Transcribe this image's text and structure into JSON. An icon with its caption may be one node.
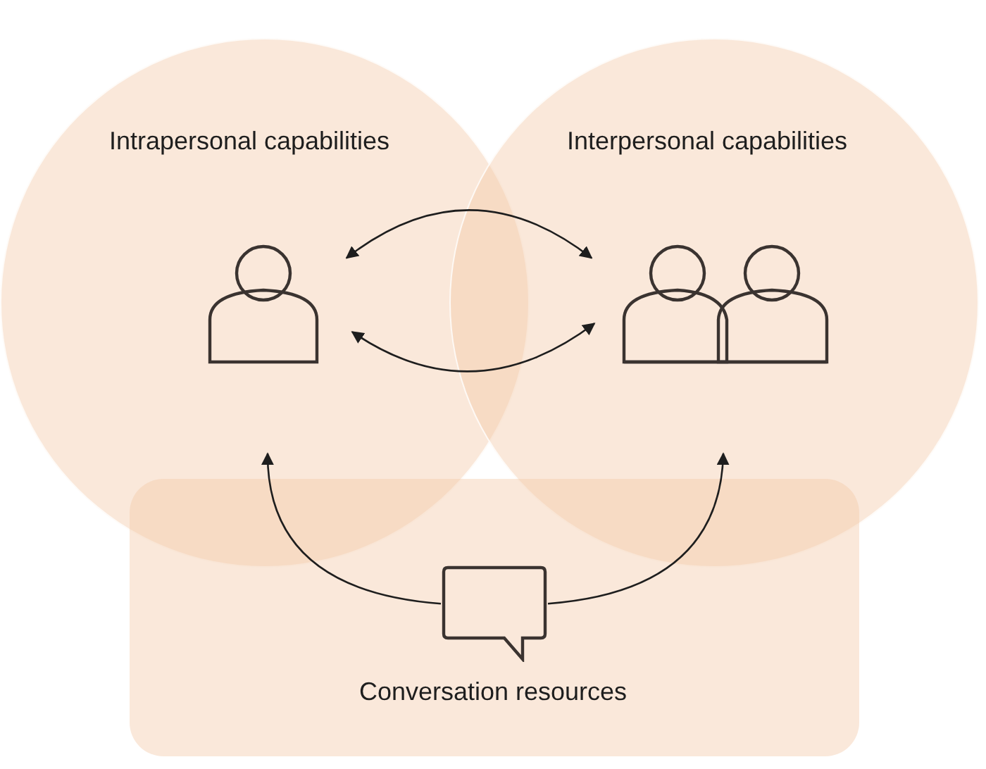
{
  "diagram": {
    "nodes": [
      {
        "text": [
          "Intrapersonal capabilities"
        ]
      },
      {
        "text": [
          "Interpersonal capabilities"
        ]
      },
      {
        "text": [
          "Conversation resources"
        ]
      },
      {
        "text": [],
        "shape": "person",
        "in": 0
      },
      {
        "text": [],
        "shape": "people",
        "in": 1
      },
      {
        "text": [],
        "shape": "speech-bubble",
        "in": 2
      }
    ],
    "edges": [
      {
        "from": 3,
        "to": 4,
        "arrow": "both"
      },
      {
        "from": 3,
        "to": 4,
        "arrow": "both"
      },
      {
        "from": 5,
        "to": 3,
        "arrow": "to"
      },
      {
        "from": 5,
        "to": 4,
        "arrow": "to"
      }
    ]
  }
}
